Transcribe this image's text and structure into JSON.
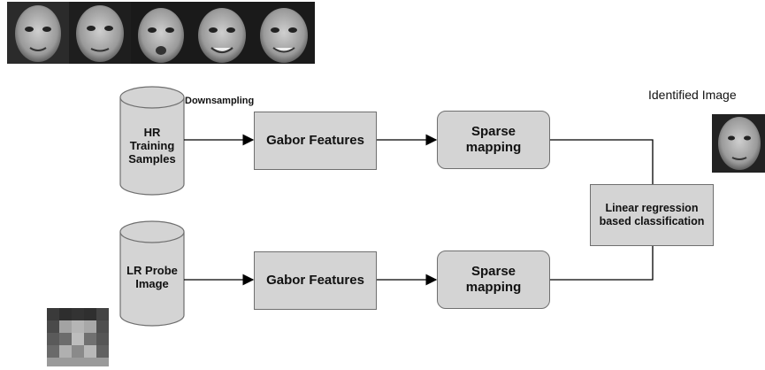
{
  "labels": {
    "downsampling": "Downsampling",
    "identified_image": "Identified Image"
  },
  "nodes": {
    "hr_training": "HR\nTraining\nSamples",
    "lr_probe": "LR Probe\nImage",
    "gabor_top": "Gabor Features",
    "gabor_bottom": "Gabor Features",
    "sparse_top": "Sparse\nmapping",
    "sparse_bottom": "Sparse\nmapping",
    "classifier": "Linear regression\nbased classification"
  },
  "images": [
    "face-photo",
    "face-photo",
    "face-photo",
    "face-photo",
    "face-photo",
    "identified-face-photo",
    "low-resolution-probe-face"
  ],
  "colors": {
    "box_fill": "#d4d4d4",
    "box_border": "#6f6f6f",
    "line": "#000000"
  }
}
